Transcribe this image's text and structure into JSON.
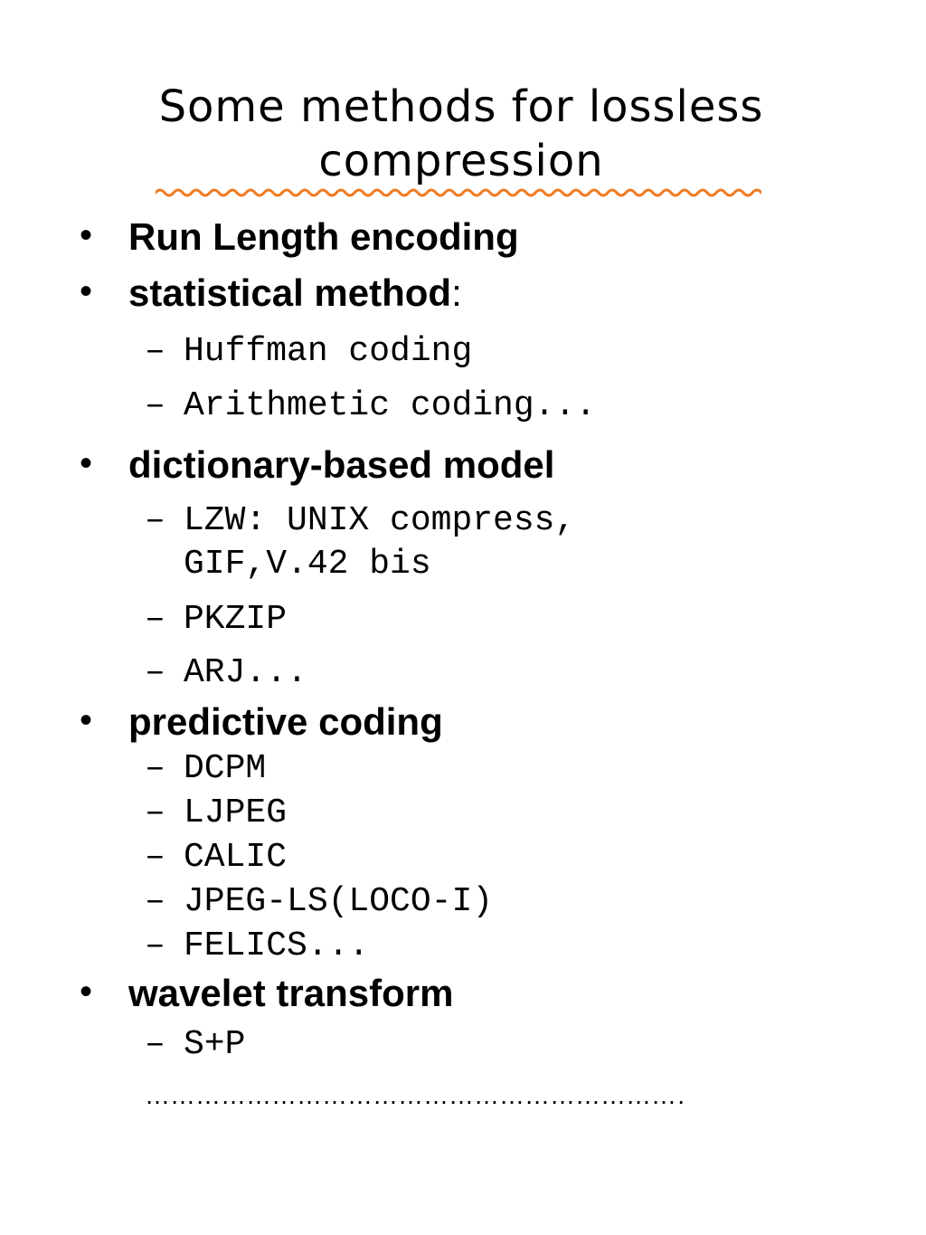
{
  "slide": {
    "title_line1": "Some methods for lossless",
    "title_line2": "compression",
    "bullet_glyph": "•",
    "dash_glyph": "–",
    "accent_color": "#f07b22",
    "items": [
      {
        "label": "Run Length encoding"
      },
      {
        "label": "statistical method",
        "suffix": ":"
      },
      {
        "label": "Huffman coding"
      },
      {
        "label": "Arithmetic coding..."
      },
      {
        "label": "dictionary-based model"
      },
      {
        "label": "LZW: UNIX compress,",
        "continuation": "GIF,V.42 bis"
      },
      {
        "label": "PKZIP"
      },
      {
        "label": "ARJ..."
      },
      {
        "label": "predictive coding"
      },
      {
        "label": "DCPM"
      },
      {
        "label": "LJPEG"
      },
      {
        "label": "CALIC"
      },
      {
        "label": "JPEG-LS(LOCO-I)"
      },
      {
        "label": "FELICS..."
      },
      {
        "label": "wavelet transform"
      },
      {
        "label": "S+P"
      }
    ],
    "ellipsis": "……………………………………………………………"
  }
}
